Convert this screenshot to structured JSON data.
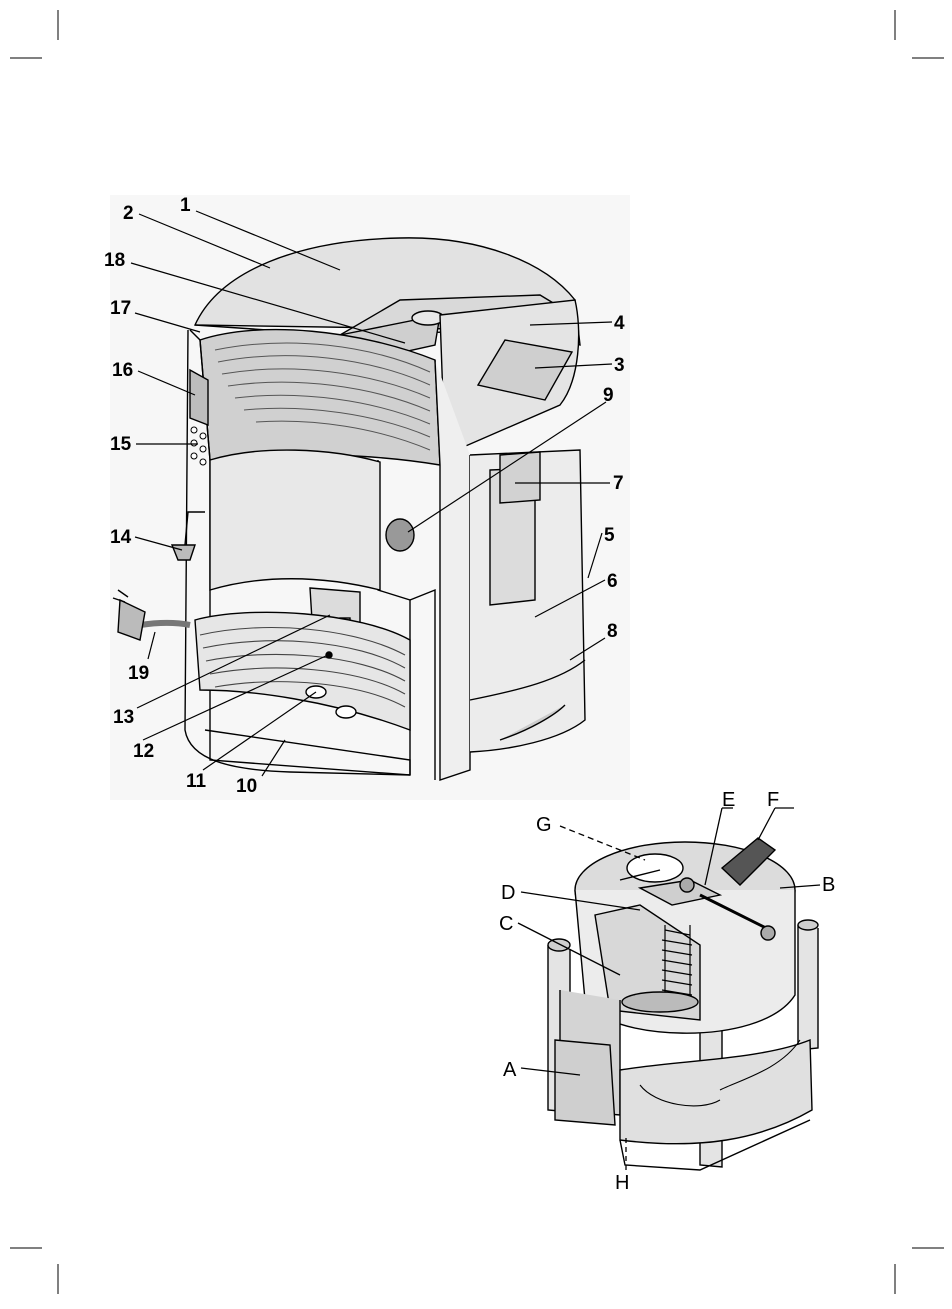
{
  "machine_callouts": [
    {
      "id": "1",
      "text": "1"
    },
    {
      "id": "2",
      "text": "2"
    },
    {
      "id": "3",
      "text": "3"
    },
    {
      "id": "4",
      "text": "4"
    },
    {
      "id": "5",
      "text": "5"
    },
    {
      "id": "6",
      "text": "6"
    },
    {
      "id": "7",
      "text": "7"
    },
    {
      "id": "8",
      "text": "8"
    },
    {
      "id": "9",
      "text": "9"
    },
    {
      "id": "10",
      "text": "10"
    },
    {
      "id": "11",
      "text": "11"
    },
    {
      "id": "12",
      "text": "12"
    },
    {
      "id": "13",
      "text": "13"
    },
    {
      "id": "14",
      "text": "14"
    },
    {
      "id": "15",
      "text": "15"
    },
    {
      "id": "16",
      "text": "16"
    },
    {
      "id": "17",
      "text": "17"
    },
    {
      "id": "18",
      "text": "18"
    },
    {
      "id": "19",
      "text": "19"
    }
  ],
  "brew_unit_callouts": [
    {
      "id": "A",
      "text": "A"
    },
    {
      "id": "B",
      "text": "B"
    },
    {
      "id": "C",
      "text": "C"
    },
    {
      "id": "D",
      "text": "D"
    },
    {
      "id": "E",
      "text": "E"
    },
    {
      "id": "F",
      "text": "F"
    },
    {
      "id": "G",
      "text": "G"
    },
    {
      "id": "H",
      "text": "H"
    }
  ]
}
